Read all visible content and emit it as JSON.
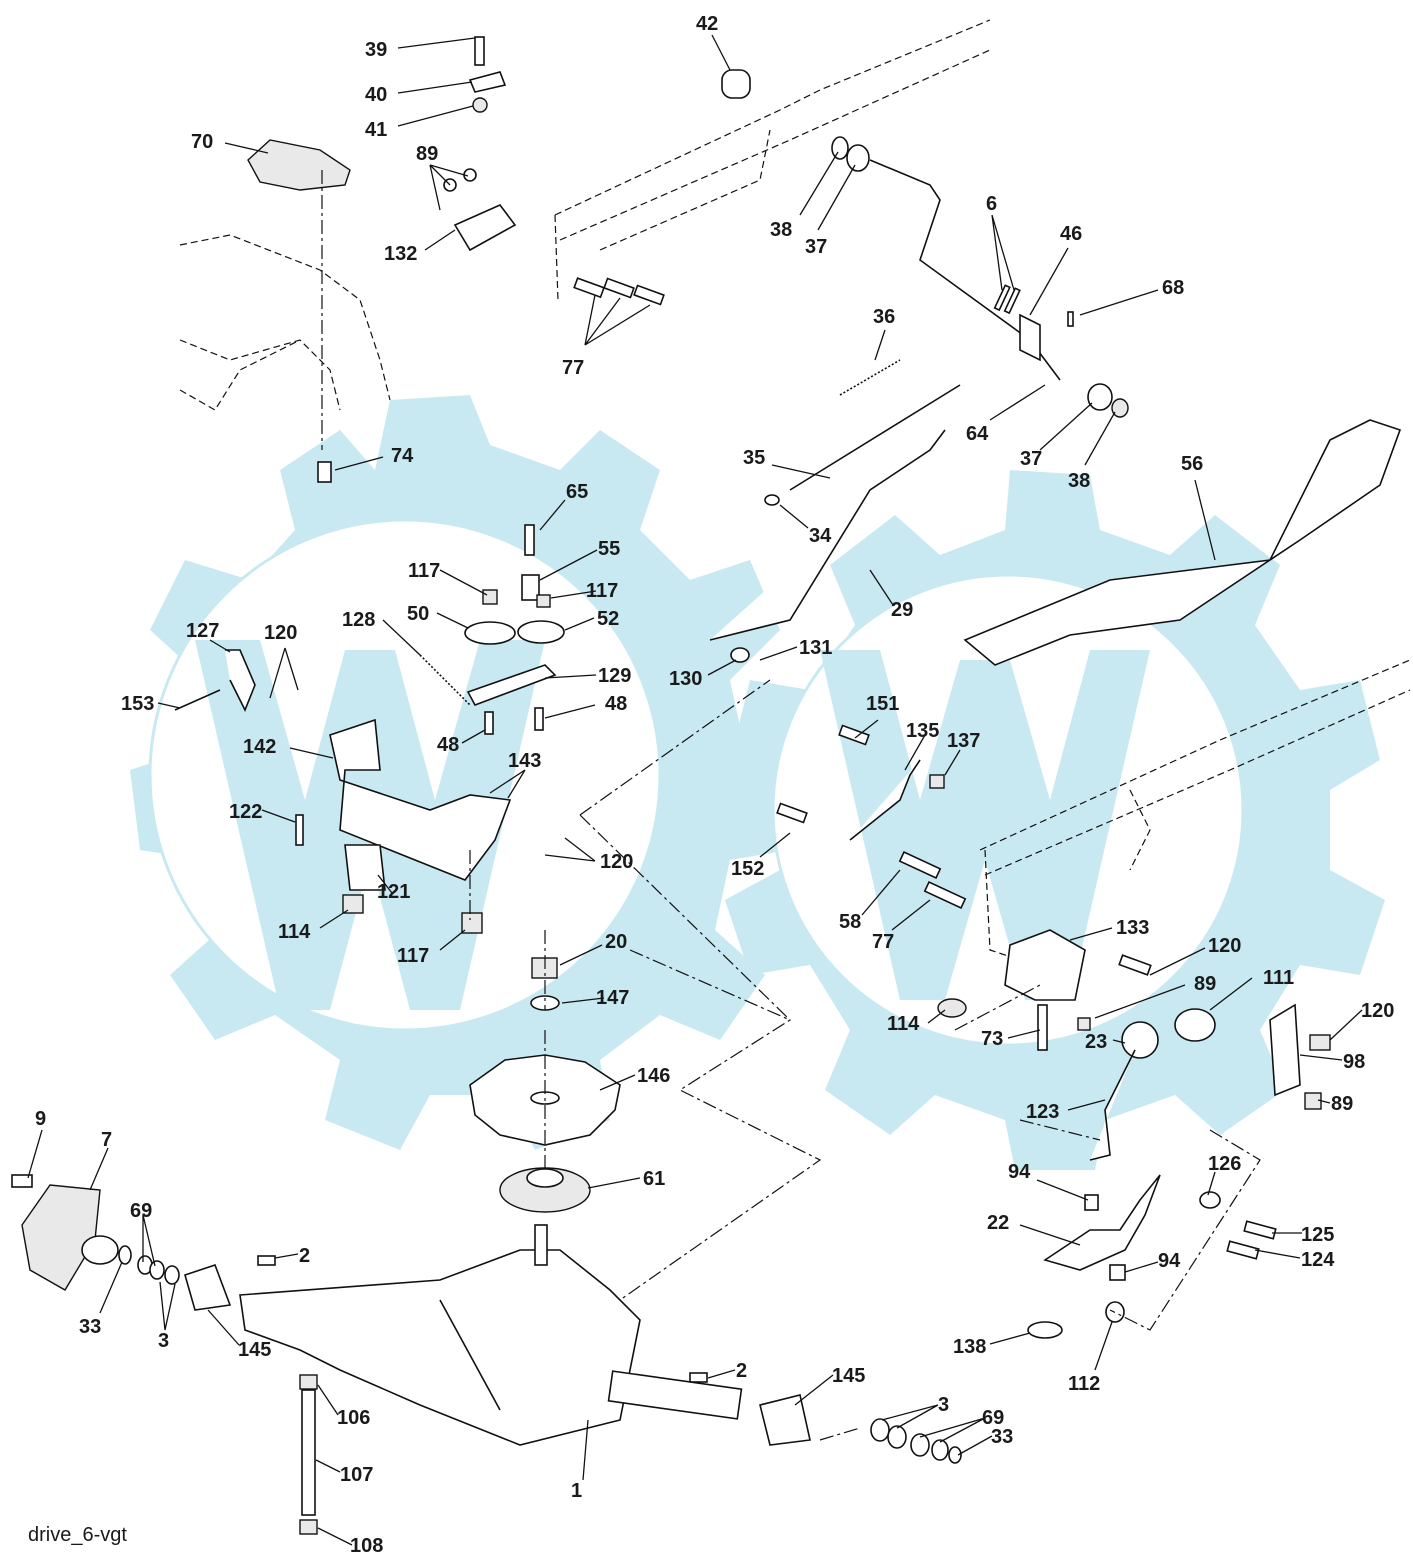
{
  "diagram": {
    "caption": "drive_6-vgt",
    "colors": {
      "watermark": "#c9e9f2",
      "ink": "#111111",
      "background": "#ffffff"
    },
    "callouts": [
      {
        "id": "c39",
        "text": "39"
      },
      {
        "id": "c40",
        "text": "40"
      },
      {
        "id": "c41",
        "text": "41"
      },
      {
        "id": "c42",
        "text": "42"
      },
      {
        "id": "c70",
        "text": "70"
      },
      {
        "id": "c89a",
        "text": "89"
      },
      {
        "id": "c132",
        "text": "132"
      },
      {
        "id": "c77a",
        "text": "77"
      },
      {
        "id": "c38a",
        "text": "38"
      },
      {
        "id": "c37a",
        "text": "37"
      },
      {
        "id": "c6",
        "text": "6"
      },
      {
        "id": "c46",
        "text": "46"
      },
      {
        "id": "c68",
        "text": "68"
      },
      {
        "id": "c36",
        "text": "36"
      },
      {
        "id": "c64",
        "text": "64"
      },
      {
        "id": "c37b",
        "text": "37"
      },
      {
        "id": "c38b",
        "text": "38"
      },
      {
        "id": "c56",
        "text": "56"
      },
      {
        "id": "c74",
        "text": "74"
      },
      {
        "id": "c35",
        "text": "35"
      },
      {
        "id": "c34",
        "text": "34"
      },
      {
        "id": "c65",
        "text": "65"
      },
      {
        "id": "c55",
        "text": "55"
      },
      {
        "id": "c117a",
        "text": "117"
      },
      {
        "id": "c117b",
        "text": "117"
      },
      {
        "id": "c50",
        "text": "50"
      },
      {
        "id": "c52",
        "text": "52"
      },
      {
        "id": "c29",
        "text": "29"
      },
      {
        "id": "c127",
        "text": "127"
      },
      {
        "id": "c120a",
        "text": "120"
      },
      {
        "id": "c128",
        "text": "128"
      },
      {
        "id": "c129",
        "text": "129"
      },
      {
        "id": "c130",
        "text": "130"
      },
      {
        "id": "c131",
        "text": "131"
      },
      {
        "id": "c153",
        "text": "153"
      },
      {
        "id": "c48a",
        "text": "48"
      },
      {
        "id": "c48b",
        "text": "48"
      },
      {
        "id": "c142",
        "text": "142"
      },
      {
        "id": "c143",
        "text": "143"
      },
      {
        "id": "c151",
        "text": "151"
      },
      {
        "id": "c135",
        "text": "135"
      },
      {
        "id": "c137",
        "text": "137"
      },
      {
        "id": "c122",
        "text": "122"
      },
      {
        "id": "c120b",
        "text": "120"
      },
      {
        "id": "c152",
        "text": "152"
      },
      {
        "id": "c121",
        "text": "121"
      },
      {
        "id": "c114a",
        "text": "114"
      },
      {
        "id": "c117c",
        "text": "117"
      },
      {
        "id": "c58",
        "text": "58"
      },
      {
        "id": "c77b",
        "text": "77"
      },
      {
        "id": "c133",
        "text": "133"
      },
      {
        "id": "c120c",
        "text": "120"
      },
      {
        "id": "c20",
        "text": "20"
      },
      {
        "id": "c89b",
        "text": "89"
      },
      {
        "id": "c111",
        "text": "111"
      },
      {
        "id": "c147",
        "text": "147"
      },
      {
        "id": "c114b",
        "text": "114"
      },
      {
        "id": "c120d",
        "text": "120"
      },
      {
        "id": "c73",
        "text": "73"
      },
      {
        "id": "c23",
        "text": "23"
      },
      {
        "id": "c98",
        "text": "98"
      },
      {
        "id": "c146",
        "text": "146"
      },
      {
        "id": "c89c",
        "text": "89"
      },
      {
        "id": "c123",
        "text": "123"
      },
      {
        "id": "c9",
        "text": "9"
      },
      {
        "id": "c7",
        "text": "7"
      },
      {
        "id": "c61",
        "text": "61"
      },
      {
        "id": "c126",
        "text": "126"
      },
      {
        "id": "c94a",
        "text": "94"
      },
      {
        "id": "c69a",
        "text": "69"
      },
      {
        "id": "c125",
        "text": "125"
      },
      {
        "id": "c22",
        "text": "22"
      },
      {
        "id": "c124",
        "text": "124"
      },
      {
        "id": "c2a",
        "text": "2"
      },
      {
        "id": "c94b",
        "text": "94"
      },
      {
        "id": "c33a",
        "text": "33"
      },
      {
        "id": "c3a",
        "text": "3"
      },
      {
        "id": "c145a",
        "text": "145"
      },
      {
        "id": "c138",
        "text": "138"
      },
      {
        "id": "c112",
        "text": "112"
      },
      {
        "id": "c2b",
        "text": "2"
      },
      {
        "id": "c145b",
        "text": "145"
      },
      {
        "id": "c3b",
        "text": "3"
      },
      {
        "id": "c69b",
        "text": "69"
      },
      {
        "id": "c33b",
        "text": "33"
      },
      {
        "id": "c106",
        "text": "106"
      },
      {
        "id": "c107",
        "text": "107"
      },
      {
        "id": "c1",
        "text": "1"
      },
      {
        "id": "c108",
        "text": "108"
      }
    ]
  }
}
